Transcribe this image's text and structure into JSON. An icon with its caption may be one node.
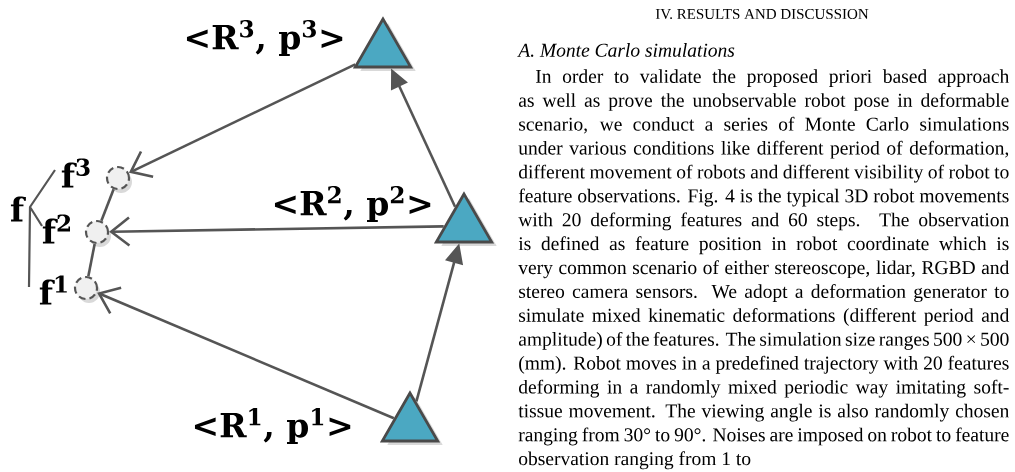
{
  "diagram": {
    "nodes": [
      {
        "text": [],
        "shape": "triangle",
        "beside": [
          "<R$^{3}$, p$^{3}$>"
        ]
      },
      {
        "text": [],
        "shape": "circle",
        "beside": [
          "f$^{3}$"
        ]
      },
      {
        "text": [],
        "shape": "triangle",
        "beside": [
          "<R$^{2}$, p$^{2}$>"
        ]
      },
      {
        "text": [],
        "shape": "circle",
        "beside": [
          "f$^{2}$"
        ]
      },
      {
        "text": [],
        "shape": "circle",
        "beside": [
          "f$^{1}$"
        ]
      },
      {
        "text": [],
        "shape": "triangle",
        "beside": [
          "<R$^{1}$, p$^{1}$>"
        ]
      }
    ],
    "edges": [
      {
        "from": 5,
        "to": 2,
        "arrow": "to"
      },
      {
        "from": 2,
        "to": 0,
        "arrow": "to"
      },
      {
        "from": 0,
        "to": 1,
        "arrow": "to"
      },
      {
        "from": 2,
        "to": 3,
        "arrow": "to"
      },
      {
        "from": 5,
        "to": 4,
        "arrow": "to"
      },
      {
        "from": 4,
        "to": 3,
        "arrow": "none"
      },
      {
        "from": 3,
        "to": 1,
        "arrow": "none"
      }
    ],
    "labels": [
      "f",
      "IV. RESULTS AND DISCUSSION",
      "A. Monte Carlo simulations",
      "In order to validate the proposed priori based approach as well as prove the unobservable robot pose in deformable scenario, we conduct a series of Monte Carlo simulations under various conditions like different period of deformation, different movement of robots and different visibility of robot to feature observations. Fig. 4 is the typical 3D robot movements with 20 deforming features and 60 steps. The observation is defined as feature position in robot coordinate which is very common scenario of either stereoscope, lidar, RGBD and stereo camera sensors. We adopt a deformation generator to simulate mixed kinematic deformations (different period and amplitude) of the features. The simulation size ranges 500 × 500 (mm). Robot moves in a predefined trajectory with 20 features deforming in a randomly mixed periodic way imitating soft-tissue movement. The viewing angle is also randomly chosen ranging from 30° to 90°. Noises are imposed on robot to feature observation ranging from 1 to"
    ]
  }
}
